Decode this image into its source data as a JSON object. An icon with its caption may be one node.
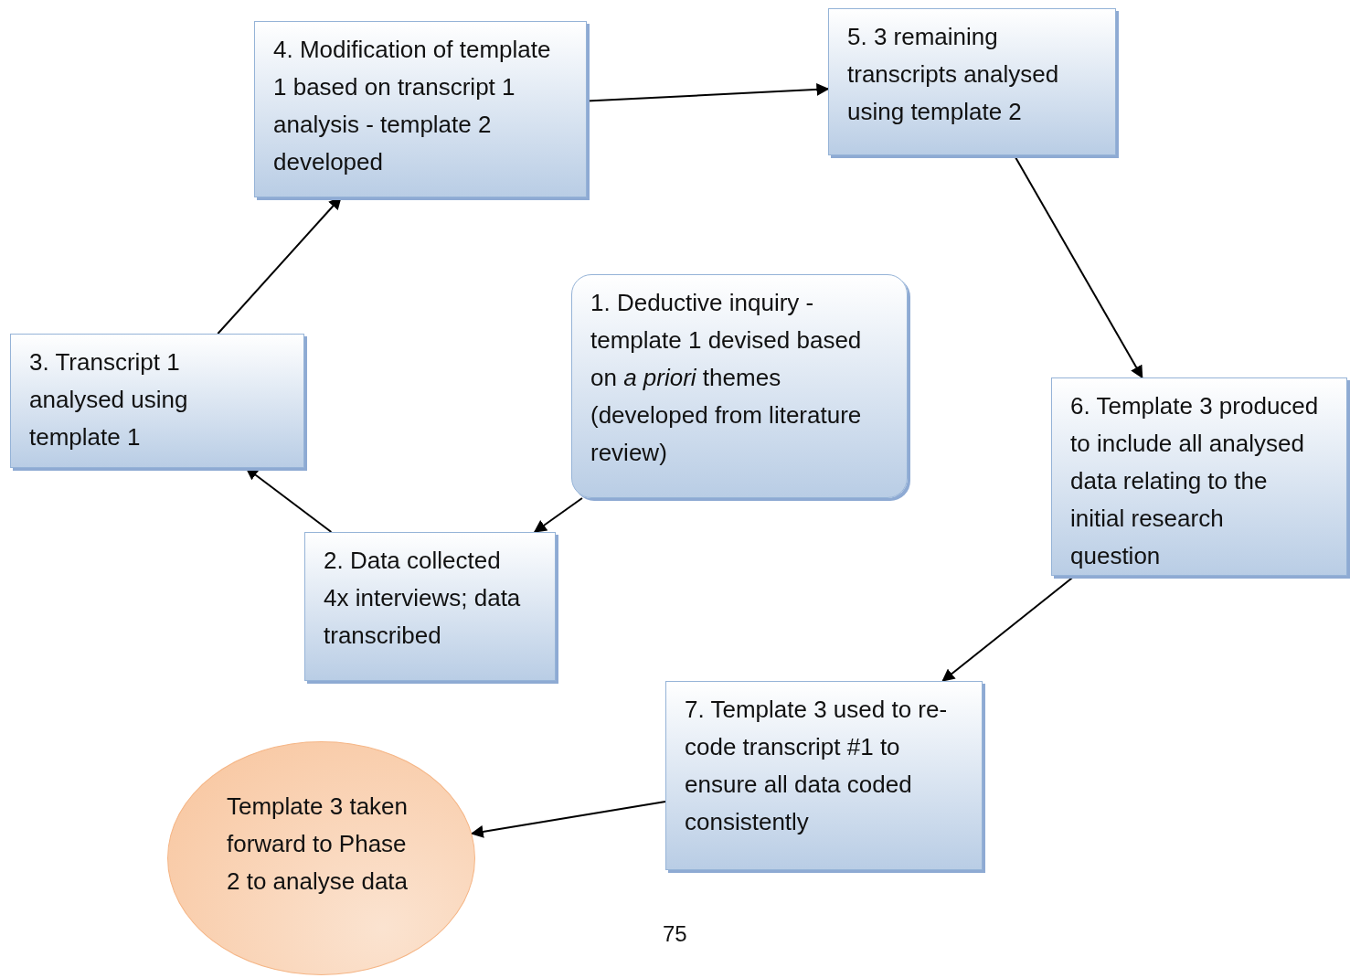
{
  "diagram": {
    "nodes": [
      {
        "text": [
          "1. Deductive inquiry - template 1 devised based on *a priori* themes (developed from literature review)"
        ]
      },
      {
        "text": [
          "2. Data collected 4x interviews; data transcribed"
        ]
      },
      {
        "text": [
          "3.  Transcript 1 analysed using template 1"
        ]
      },
      {
        "text": [
          "4. Modification of template 1 based on transcript 1 analysis - template 2 developed"
        ]
      },
      {
        "text": [
          "5. 3 remaining transcripts analysed using template 2"
        ]
      },
      {
        "text": [
          "6. Template 3 produced to include all analysed data relating to the initial research question"
        ]
      },
      {
        "text": [
          "7. Template 3 used to re-code transcript #1 to ensure all data coded consistently"
        ]
      },
      {
        "text": [
          "Template 3 taken forward to Phase 2 to analyse data"
        ]
      }
    ],
    "edges": [
      {
        "from": 0,
        "to": 1,
        "arrow": "to"
      },
      {
        "from": 1,
        "to": 2,
        "arrow": "to"
      },
      {
        "from": 2,
        "to": 3,
        "arrow": "to"
      },
      {
        "from": 3,
        "to": 4,
        "arrow": "to"
      },
      {
        "from": 4,
        "to": 5,
        "arrow": "to"
      },
      {
        "from": 5,
        "to": 6,
        "arrow": "to"
      },
      {
        "from": 6,
        "to": 7,
        "arrow": "to"
      }
    ],
    "labels": [
      "75"
    ]
  }
}
